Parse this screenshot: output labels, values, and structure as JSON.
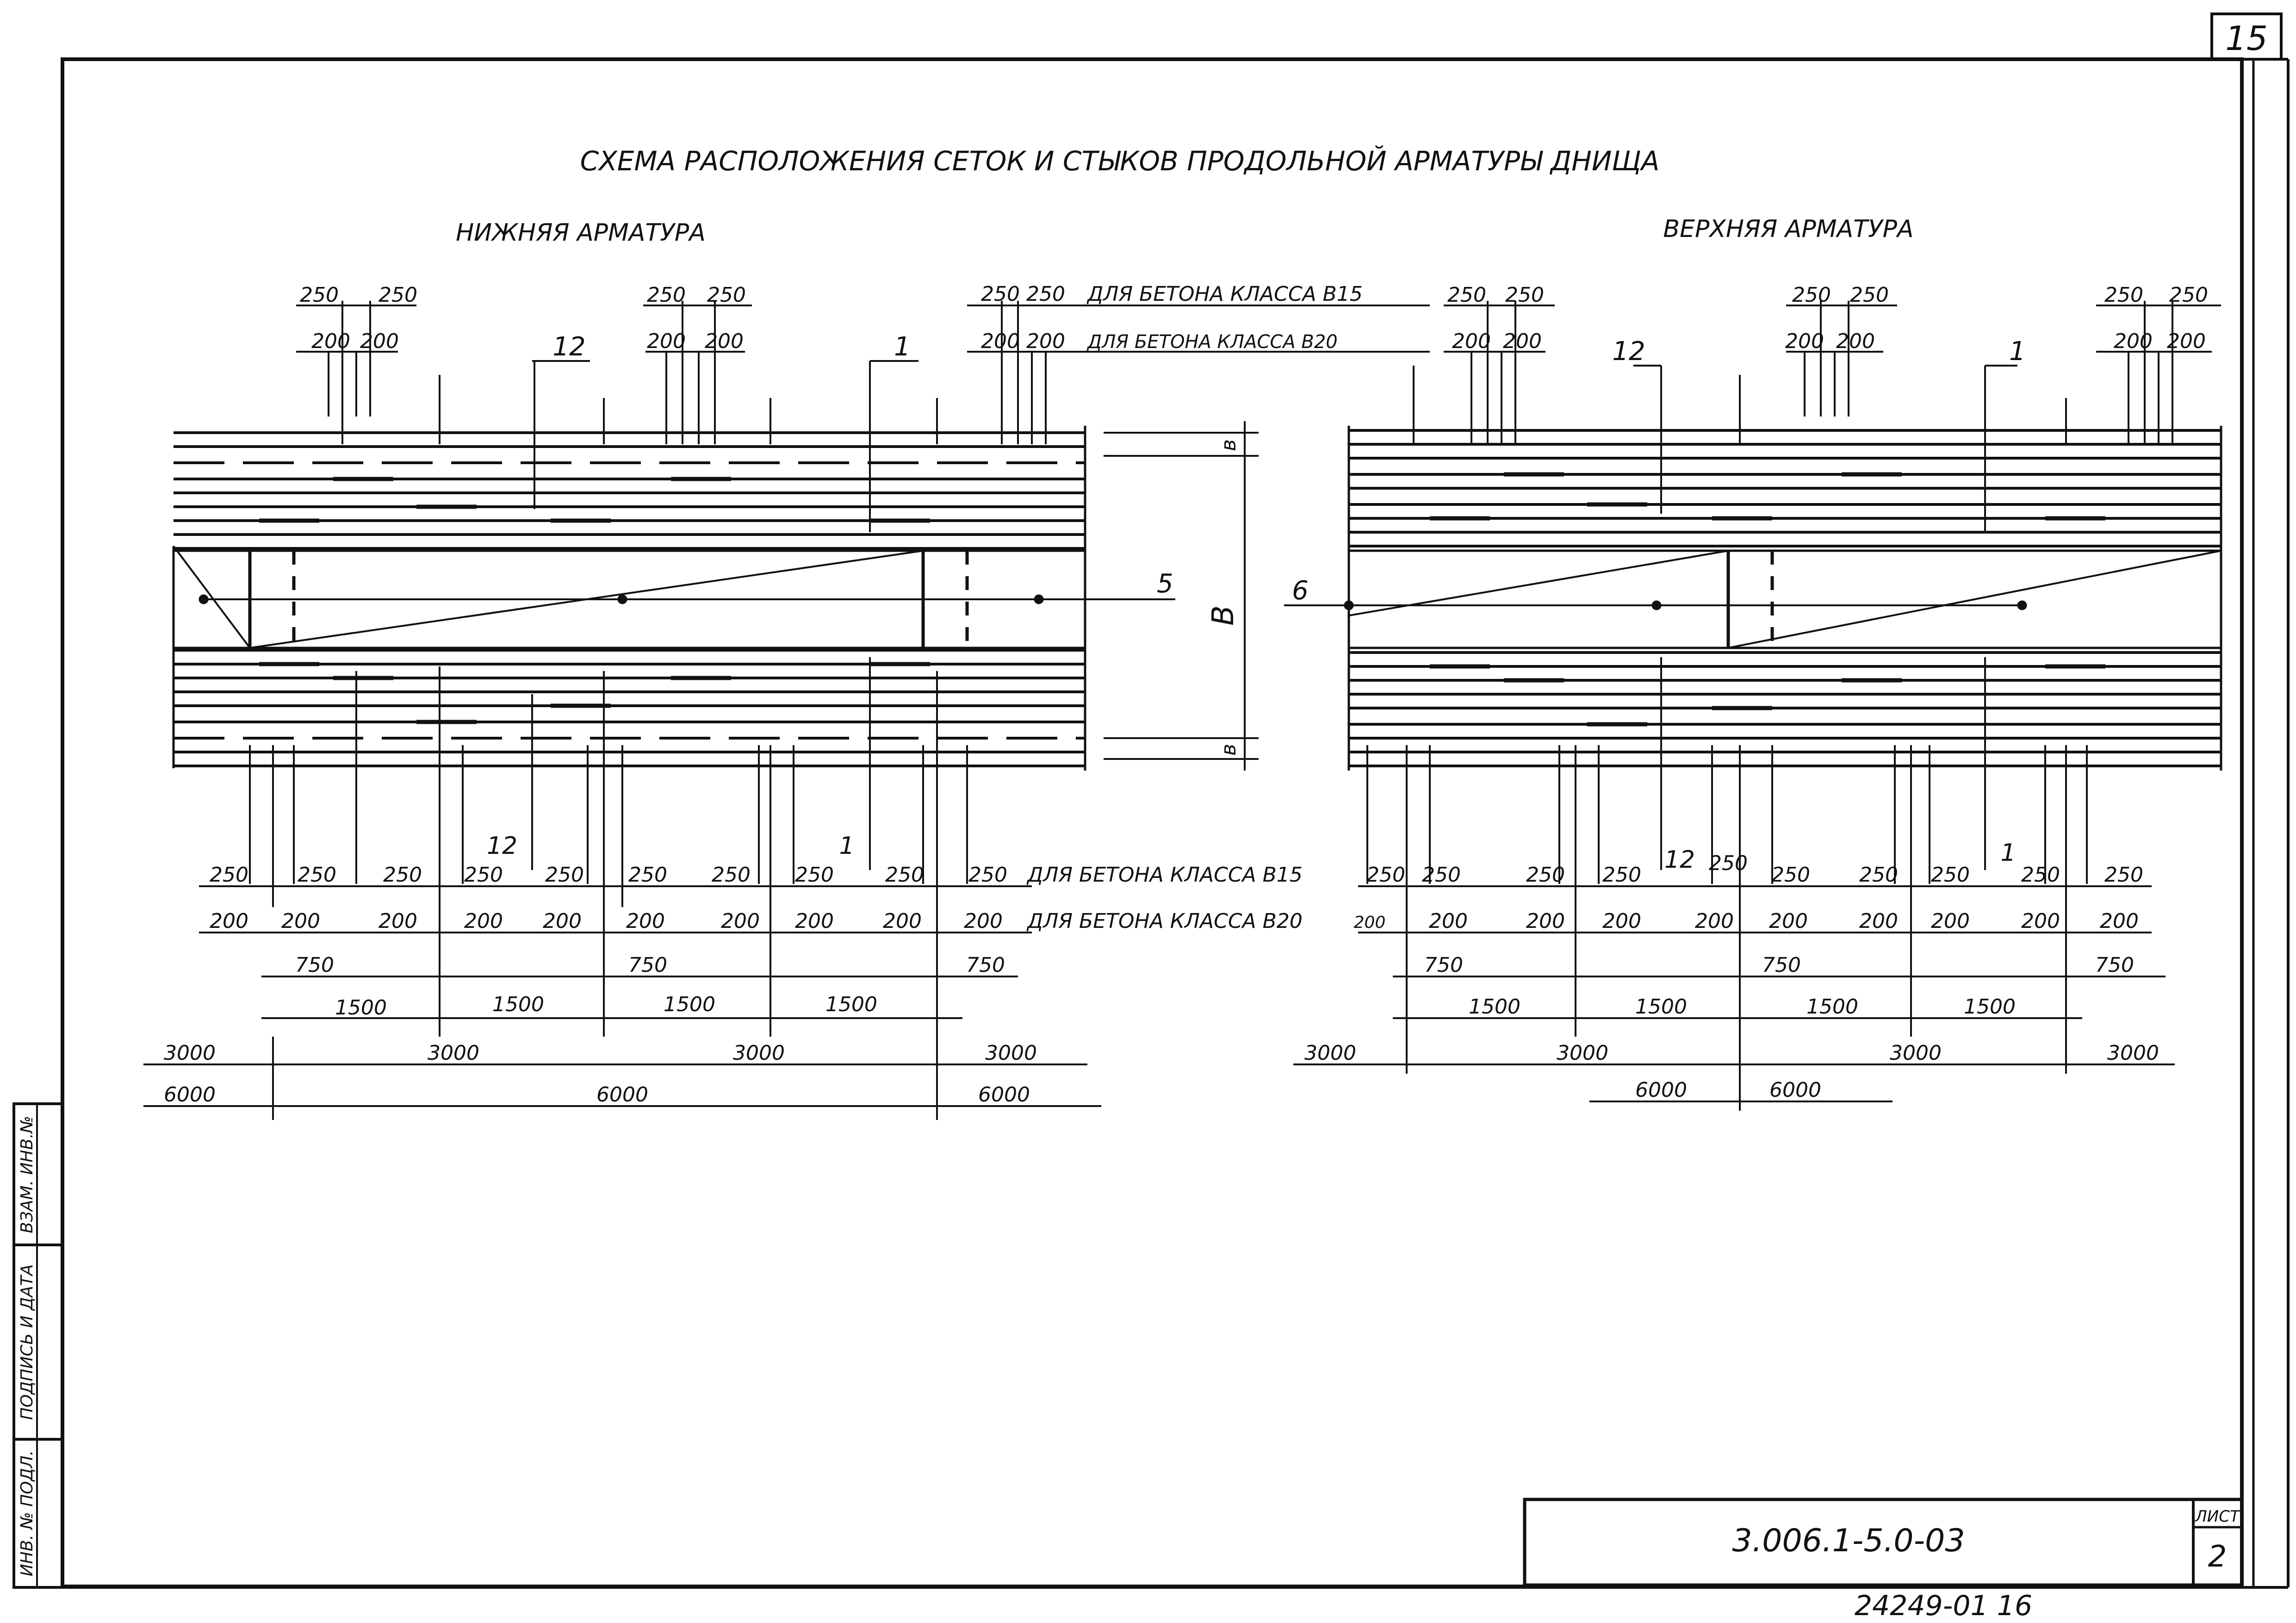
{
  "page_number": "15",
  "title": "СХЕМА РАСПОЛОЖЕНИЯ СЕТОК И СТЫКОВ ПРОДОЛЬНОЙ АРМАТУРЫ ДНИЩА",
  "left_panel": {
    "heading": "НИЖНЯЯ АРМАТУРА",
    "top_dims": {
      "row1": [
        "250",
        "250",
        "250",
        "250"
      ],
      "row2": [
        "200",
        "200",
        "200",
        "200"
      ]
    },
    "callout_mesh_12": "12",
    "callout_mesh_1": "1",
    "callout_5": "5",
    "dim_B": "В",
    "dim_b_top": "в",
    "dim_b_bottom": "в",
    "bottom_callout_12": "12",
    "bottom_callout_1": "1",
    "row250": [
      "250",
      "250",
      "250",
      "250",
      "250",
      "250",
      "250",
      "250",
      "250",
      "250"
    ],
    "row200": [
      "200",
      "200",
      "200",
      "200",
      "200",
      "200",
      "200",
      "200",
      "200",
      "200"
    ],
    "row750": [
      "750",
      "750",
      "750"
    ],
    "row1500": [
      "1500",
      "1500",
      "1500",
      "1500"
    ],
    "row3000": [
      "3000",
      "3000",
      "3000",
      "3000"
    ],
    "row6000": [
      "6000",
      "6000",
      "6000"
    ]
  },
  "middle_notes": {
    "top_b15_vals": "250 250",
    "top_b15_text": "ДЛЯ БЕТОНА КЛАССА В15",
    "top_b20_vals": "200 200",
    "top_b20_text": "ДЛЯ БЕТОНА КЛАССА В20",
    "bottom_b15_text": "ДЛЯ БЕТОНА КЛАССА В15",
    "bottom_b20_text": "ДЛЯ БЕТОНА КЛАССА В20"
  },
  "right_panel": {
    "heading": "ВЕРХНЯЯ АРМАТУРА",
    "top_dims": {
      "row1": [
        "250",
        "250",
        "250",
        "250",
        "250",
        "250"
      ],
      "row2": [
        "200",
        "200",
        "200",
        "200",
        "200",
        "200"
      ]
    },
    "callout_mesh_12": "12",
    "callout_mesh_1": "1",
    "callout_6": "6",
    "bottom_callout_12": "12",
    "bottom_callout_1": "1",
    "row250": [
      "250",
      "250",
      "250",
      "250",
      "250",
      "250",
      "250",
      "250",
      "250",
      "250"
    ],
    "row200": [
      "200",
      "200",
      "200",
      "200",
      "200",
      "200",
      "200",
      "200",
      "200",
      "200"
    ],
    "row750": [
      "750",
      "750",
      "750"
    ],
    "row1500": [
      "1500",
      "1500",
      "1500",
      "1500"
    ],
    "row3000": [
      "3000",
      "3000",
      "3000",
      "3000"
    ],
    "row6000": [
      "6000",
      "6000"
    ]
  },
  "stamp": {
    "doc_code": "3.006.1-5.0-03",
    "sheet_label": "ЛИСТ",
    "sheet_number": "2"
  },
  "side_column": {
    "field1": "ВЗАМ. ИНВ.№",
    "field2": "ПОДПИСЬ И ДАТА",
    "field3": "ИНВ. № ПОДЛ."
  },
  "archive_number": "24249-01 16"
}
